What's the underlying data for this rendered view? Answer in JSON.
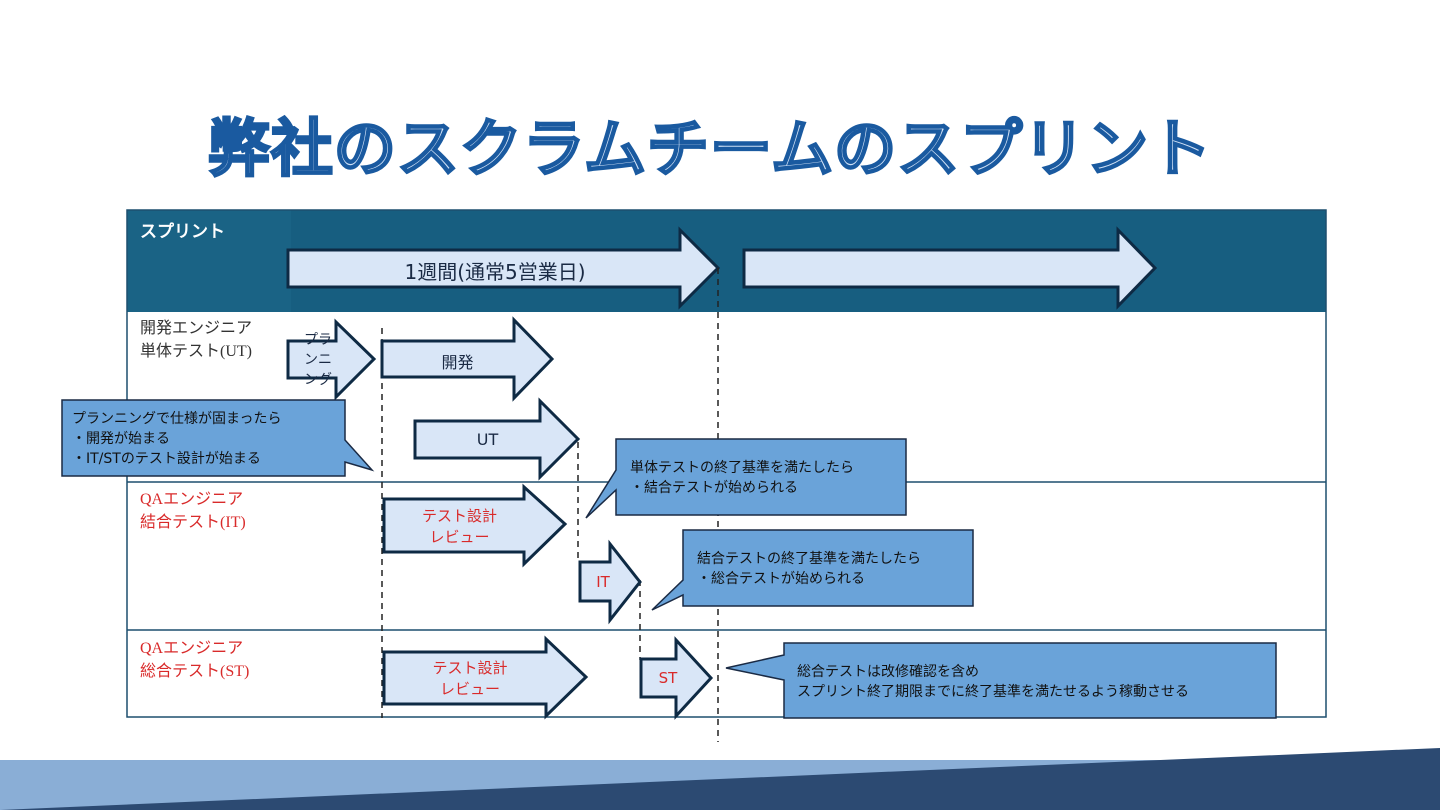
{
  "title": "弊社のスクラムチームのスプリント",
  "header": {
    "sprint_label": "スプリント",
    "week_label": "1週間(通常5営業日)"
  },
  "rows": {
    "dev": "開発エンジニア\n単体テスト(UT)",
    "it": "QAエンジニア\n結合テスト(IT)",
    "st": "QAエンジニア\n総合テスト(ST)"
  },
  "arrows": {
    "planning": "プラ\nンニ\nング",
    "dev": "開発",
    "ut": "UT",
    "it_design": "テスト設計\nレビュー",
    "it": "IT",
    "st_design": "テスト設計\nレビュー",
    "st": "ST"
  },
  "callouts": {
    "planning": "プランニングで仕様が固まったら\n・開発が始まる\n・IT/STのテスト設計が始まる",
    "ut_done": "単体テストの終了基準を満たしたら\n・結合テストが始められる",
    "it_done": "結合テストの終了基準を満たしたら\n・総合テストが始められる",
    "st_note": "総合テストは改修確認を含め\nスプリント終了期限までに終了基準を満たせるよう稼動させる"
  },
  "colors": {
    "header_bg": "#175e80",
    "arrow_fill": "#d9e6f7",
    "arrow_stroke": "#0e2a44",
    "callout_fill": "#6aa3d9",
    "qa_text": "#d92a2a",
    "band_light": "#8aaed6",
    "band_dark": "#2c4a72"
  }
}
